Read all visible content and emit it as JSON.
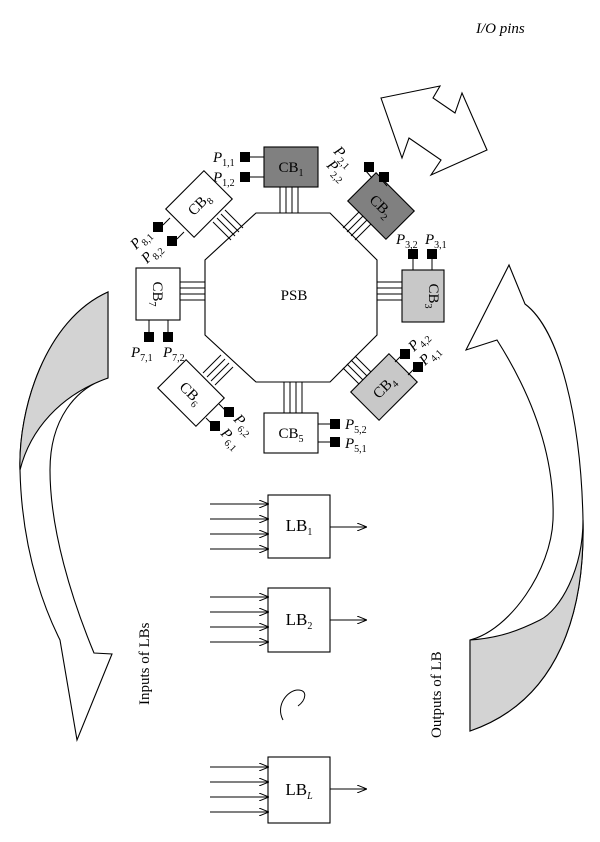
{
  "title": "",
  "io_pins_label": "I/O pins",
  "inputs_label": "Inputs of LBs",
  "outputs_label": "Outputs of LB",
  "psb": {
    "label": "PSB"
  },
  "colors": {
    "cb_dark": "#808080",
    "cb_light": "#c8c8c8",
    "cb_white": "#ffffff",
    "arrow_fill": "#d3d3d3"
  },
  "connection_blocks": [
    {
      "id": "cb1",
      "name": "CB",
      "sub": "1",
      "fill": "dark",
      "pins": [
        {
          "name": "P",
          "sub": "1,1"
        },
        {
          "name": "P",
          "sub": "1,2"
        }
      ]
    },
    {
      "id": "cb2",
      "name": "CB",
      "sub": "2",
      "fill": "dark",
      "pins": [
        {
          "name": "P",
          "sub": "2,1"
        },
        {
          "name": "P",
          "sub": "2,2"
        }
      ]
    },
    {
      "id": "cb3",
      "name": "CB",
      "sub": "3",
      "fill": "light",
      "pins": [
        {
          "name": "P",
          "sub": "3,2"
        },
        {
          "name": "P",
          "sub": "3,1"
        }
      ]
    },
    {
      "id": "cb4",
      "name": "CB",
      "sub": "4",
      "fill": "light",
      "pins": [
        {
          "name": "P",
          "sub": "4,2"
        },
        {
          "name": "P",
          "sub": "4,1"
        }
      ]
    },
    {
      "id": "cb5",
      "name": "CB",
      "sub": "5",
      "fill": "white",
      "pins": [
        {
          "name": "P",
          "sub": "5,2"
        },
        {
          "name": "P",
          "sub": "5,1"
        }
      ]
    },
    {
      "id": "cb6",
      "name": "CB",
      "sub": "6",
      "fill": "white",
      "pins": [
        {
          "name": "P",
          "sub": "6,2"
        },
        {
          "name": "P",
          "sub": "6,1"
        }
      ]
    },
    {
      "id": "cb7",
      "name": "CB",
      "sub": "7",
      "fill": "white",
      "pins": [
        {
          "name": "P",
          "sub": "7,1"
        },
        {
          "name": "P",
          "sub": "7,2"
        }
      ]
    },
    {
      "id": "cb8",
      "name": "CB",
      "sub": "8",
      "fill": "white",
      "pins": [
        {
          "name": "P",
          "sub": "8,1"
        },
        {
          "name": "P",
          "sub": "8,2"
        }
      ]
    }
  ],
  "logic_blocks": [
    {
      "id": "lb1",
      "name": "LB",
      "sub": "1"
    },
    {
      "id": "lb2",
      "name": "LB",
      "sub": "2"
    },
    {
      "id": "lbL",
      "name": "LB",
      "sub": "L"
    }
  ]
}
